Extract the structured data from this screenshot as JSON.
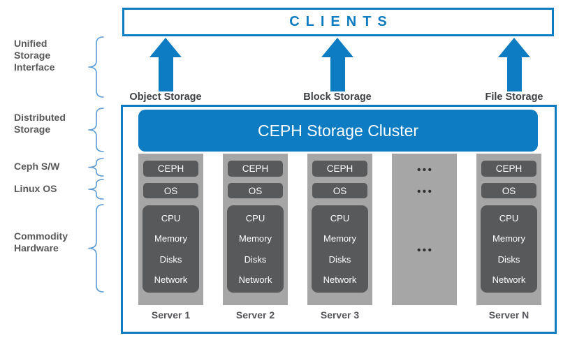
{
  "title": "CEPH unified storage architecture diagram",
  "clients": {
    "label": "CLIENTS"
  },
  "interfaces": [
    {
      "label": "Object Storage"
    },
    {
      "label": "Block Storage"
    },
    {
      "label": "File Storage"
    }
  ],
  "cluster": {
    "title": "CEPH Storage Cluster"
  },
  "servers": [
    {
      "name": "Server 1",
      "software": "CEPH",
      "os": "OS",
      "hardware": [
        "CPU",
        "Memory",
        "Disks",
        "Network"
      ]
    },
    {
      "name": "Server 2",
      "software": "CEPH",
      "os": "OS",
      "hardware": [
        "CPU",
        "Memory",
        "Disks",
        "Network"
      ]
    },
    {
      "name": "Server 3",
      "software": "CEPH",
      "os": "OS",
      "hardware": [
        "CPU",
        "Memory",
        "Disks",
        "Network"
      ]
    },
    {
      "name": "Server N",
      "software": "CEPH",
      "os": "OS",
      "hardware": [
        "CPU",
        "Memory",
        "Disks",
        "Network"
      ]
    }
  ],
  "ellipsis": {
    "symbol": "•••"
  },
  "annotations": [
    {
      "label": "Unified\nStorage\nInterface"
    },
    {
      "label": "Distributed\nStorage"
    },
    {
      "label": "Ceph S/W"
    },
    {
      "label": "Linux OS"
    },
    {
      "label": "Commodity\nHardware"
    }
  ],
  "colors": {
    "primary_blue": "#0d7cc2",
    "brace_blue": "#5b9bd5",
    "column_gray": "#a6a6a6",
    "chip_gray": "#58595b",
    "label_gray": "#595959",
    "white": "#ffffff"
  }
}
